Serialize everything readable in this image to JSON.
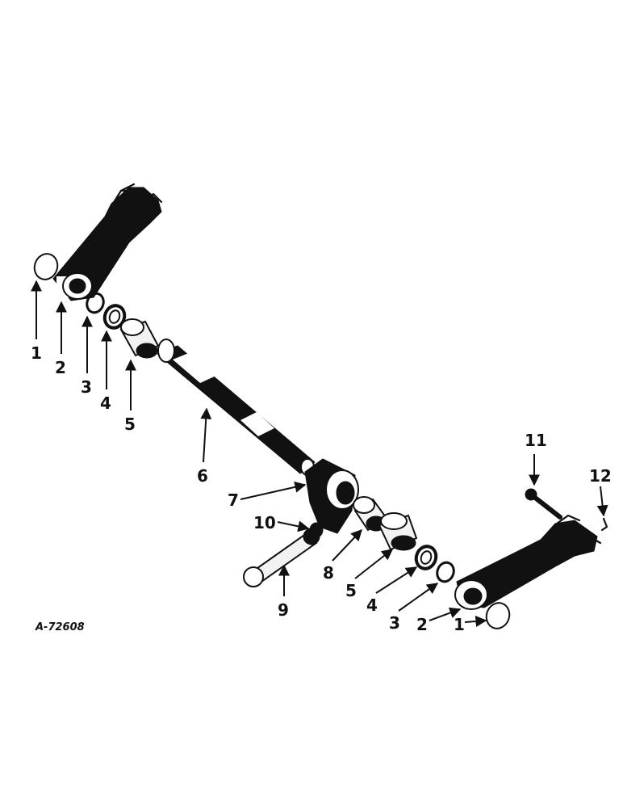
{
  "drawing_code": "A-72608",
  "callouts": [
    "1",
    "2",
    "3",
    "4",
    "5",
    "6",
    "7",
    "8",
    "9",
    "10",
    "11",
    "12"
  ],
  "colors": {
    "ink": "#111111",
    "paper": "#ffffff"
  }
}
